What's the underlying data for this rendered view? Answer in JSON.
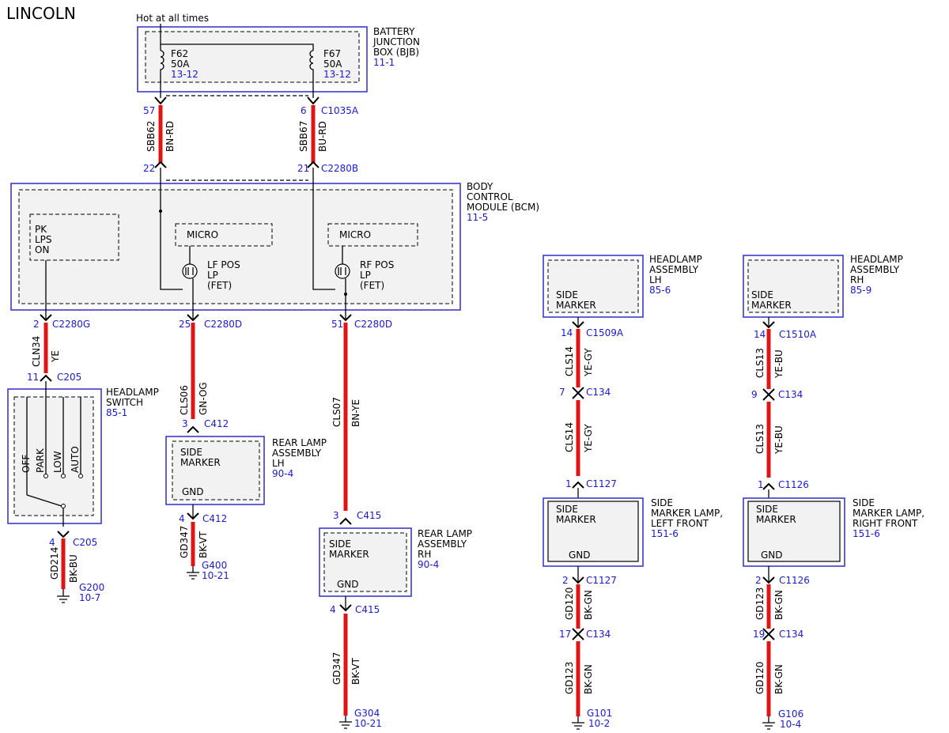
{
  "title": "LINCOLN",
  "feed": "Hot at all times",
  "bjb": {
    "name": [
      "BATTERY",
      "JUNCTION",
      "BOX (BJB)"
    ],
    "ref": "11-1",
    "fuses": [
      {
        "id": "F62",
        "amps": "50A",
        "ref": "13-12"
      },
      {
        "id": "F67",
        "amps": "50A",
        "ref": "13-12"
      }
    ]
  },
  "bcm": {
    "name": [
      "BODY",
      "CONTROL",
      "MODULE (BCM)"
    ],
    "ref": "11-5",
    "pk": [
      "PK",
      "LPS",
      "ON"
    ],
    "micro": "MICRO",
    "lf_fet": [
      "LF POS",
      "LP",
      "(FET)"
    ],
    "rf_fet": [
      "RF POS",
      "LP",
      "(FET)"
    ]
  },
  "connectors": {
    "c57": {
      "pin": "57",
      "name": "C1035A"
    },
    "c6": {
      "pin": "6",
      "name": "C1035A"
    },
    "c22": {
      "pin": "22",
      "name": "C2280B"
    },
    "c21": {
      "pin": "21",
      "name": "C2280B"
    },
    "g2": {
      "pin": "2",
      "name": "C2280G"
    },
    "d25": {
      "pin": "25",
      "name": "C2280D"
    },
    "d51": {
      "pin": "51",
      "name": "C2280D"
    },
    "s11": {
      "pin": "11",
      "name": "C205"
    },
    "s4": {
      "pin": "4",
      "name": "C205"
    },
    "r3": {
      "pin": "3",
      "name": "C412"
    },
    "r4": {
      "pin": "4",
      "name": "C412"
    },
    "q3": {
      "pin": "3",
      "name": "C415"
    },
    "q4": {
      "pin": "4",
      "name": "C415"
    },
    "h14": {
      "pin": "14",
      "name": "C1509A"
    },
    "h7": {
      "pin": "7",
      "name": "C134"
    },
    "h1": {
      "pin": "1",
      "name": "C1127"
    },
    "h2": {
      "pin": "2",
      "name": "C1127"
    },
    "h17": {
      "pin": "17",
      "name": "C134"
    },
    "k14": {
      "pin": "14",
      "name": "C1510A"
    },
    "k9": {
      "pin": "9",
      "name": "C134"
    },
    "k1": {
      "pin": "1",
      "name": "C1126"
    },
    "k2": {
      "pin": "2",
      "name": "C1126"
    },
    "k19": {
      "pin": "19",
      "name": "C134"
    }
  },
  "wires": {
    "sbb62": {
      "circuit": "SBB62",
      "color": "BN-RD"
    },
    "sbb67": {
      "circuit": "SBB67",
      "color": "BU-RD"
    },
    "cln34": {
      "circuit": "CLN34",
      "color": "YE"
    },
    "cls06": {
      "circuit": "CLS06",
      "color": "GN-OG"
    },
    "cls07": {
      "circuit": "CLS07",
      "color": "BN-YE"
    },
    "gd214": {
      "circuit": "GD214",
      "color": "BK-BU"
    },
    "gd347a": {
      "circuit": "GD347",
      "color": "BK-VT"
    },
    "gd347b": {
      "circuit": "GD347",
      "color": "BK-VT"
    },
    "cls14a": {
      "circuit": "CLS14",
      "color": "YE-GY"
    },
    "cls14b": {
      "circuit": "CLS14",
      "color": "YE-GY"
    },
    "gd120a": {
      "circuit": "GD120",
      "color": "BK-GN"
    },
    "gd123a": {
      "circuit": "GD123",
      "color": "BK-GN"
    },
    "cls13a": {
      "circuit": "CLS13",
      "color": "YE-BU"
    },
    "cls13b": {
      "circuit": "CLS13",
      "color": "YE-BU"
    },
    "gd123b": {
      "circuit": "GD123",
      "color": "BK-GN"
    },
    "gd120b": {
      "circuit": "GD120",
      "color": "BK-GN"
    }
  },
  "headlamp_switch": {
    "name": [
      "HEADLAMP",
      "SWITCH"
    ],
    "ref": "85-1",
    "positions": [
      "OFF",
      "PARK",
      "LOW",
      "AUTO"
    ]
  },
  "rear_lamp_lh": {
    "name": [
      "REAR LAMP",
      "ASSEMBLY",
      "LH"
    ],
    "ref": "90-4",
    "side": [
      "SIDE",
      "MARKER"
    ],
    "gnd": "GND"
  },
  "rear_lamp_rh": {
    "name": [
      "REAR LAMP",
      "ASSEMBLY",
      "RH"
    ],
    "ref": "90-4",
    "side": [
      "SIDE",
      "MARKER"
    ],
    "gnd": "GND"
  },
  "headlamp_lh": {
    "name": [
      "HEADLAMP",
      "ASSEMBLY",
      "LH"
    ],
    "ref": "85-6",
    "side": [
      "SIDE",
      "MARKER"
    ]
  },
  "headlamp_rh": {
    "name": [
      "HEADLAMP",
      "ASSEMBLY",
      "RH"
    ],
    "ref": "85-9",
    "side": [
      "SIDE",
      "MARKER"
    ]
  },
  "side_marker_lf": {
    "name": [
      "SIDE",
      "MARKER LAMP,",
      "LEFT FRONT"
    ],
    "ref": "151-6",
    "side": [
      "SIDE",
      "MARKER"
    ],
    "gnd": "GND"
  },
  "side_marker_rf": {
    "name": [
      "SIDE",
      "MARKER LAMP,",
      "RIGHT FRONT"
    ],
    "ref": "151-6",
    "side": [
      "SIDE",
      "MARKER"
    ],
    "gnd": "GND"
  },
  "grounds": {
    "g200": {
      "name": "G200",
      "ref": "10-7"
    },
    "g400": {
      "name": "G400",
      "ref": "10-21"
    },
    "g304": {
      "name": "G304",
      "ref": "10-21"
    },
    "g101": {
      "name": "G101",
      "ref": "10-2"
    },
    "g106": {
      "name": "G106",
      "ref": "10-4"
    }
  }
}
